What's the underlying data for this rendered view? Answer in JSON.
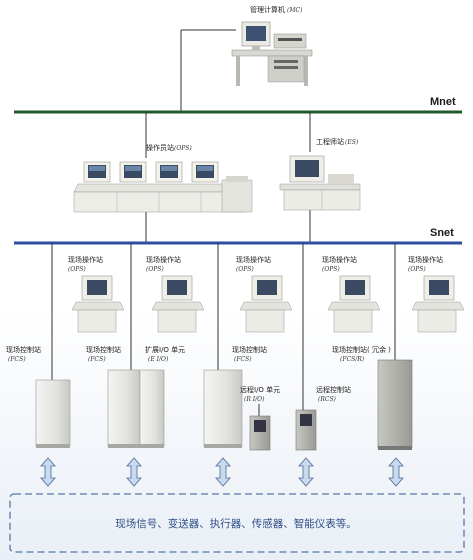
{
  "mc": {
    "label": "管理计算机",
    "sub": "(MC)"
  },
  "mnet": {
    "label": "Mnet"
  },
  "ops_main": {
    "label": "操作员站",
    "sub": "(OPS)"
  },
  "es": {
    "label": "工程师站",
    "sub": "(ES)"
  },
  "snet": {
    "label": "Snet"
  },
  "field_ops": [
    {
      "label": "现场操作站",
      "sub": "(OPS)"
    },
    {
      "label": "现场操作站",
      "sub": "(OPS)"
    },
    {
      "label": "现场操作站",
      "sub": "(OPS)"
    },
    {
      "label": "现场操作站",
      "sub": "(OPS)"
    },
    {
      "label": "现场操作站",
      "sub": "(OPS)"
    }
  ],
  "fcs1": {
    "label": "现场控制站",
    "sub": "(FCS)"
  },
  "fcs2": {
    "label": "现场控制站",
    "sub": "(FCS)"
  },
  "eio": {
    "label": "扩展I/O 单元",
    "sub": "(E I/O)"
  },
  "fcs3": {
    "label": "现场控制站",
    "sub": "(FCS)"
  },
  "rio": {
    "label": "远程I/O 单元",
    "sub": "(R I/O)"
  },
  "rcs": {
    "label": "远程控制站",
    "sub": "(RCS)"
  },
  "fcsr": {
    "label": "现场控制站( 冗余 )",
    "sub": "(FCS/R)"
  },
  "bottom": {
    "text": "现场信号、变送器、执行器、传感器、智能仪表等。"
  },
  "colors": {
    "mnet": "#1f5a2a",
    "snet": "#2e4fa0",
    "cabinet": "#e8e8e4",
    "dashed": "#5577aa",
    "arrow": "#c9d9ee"
  }
}
